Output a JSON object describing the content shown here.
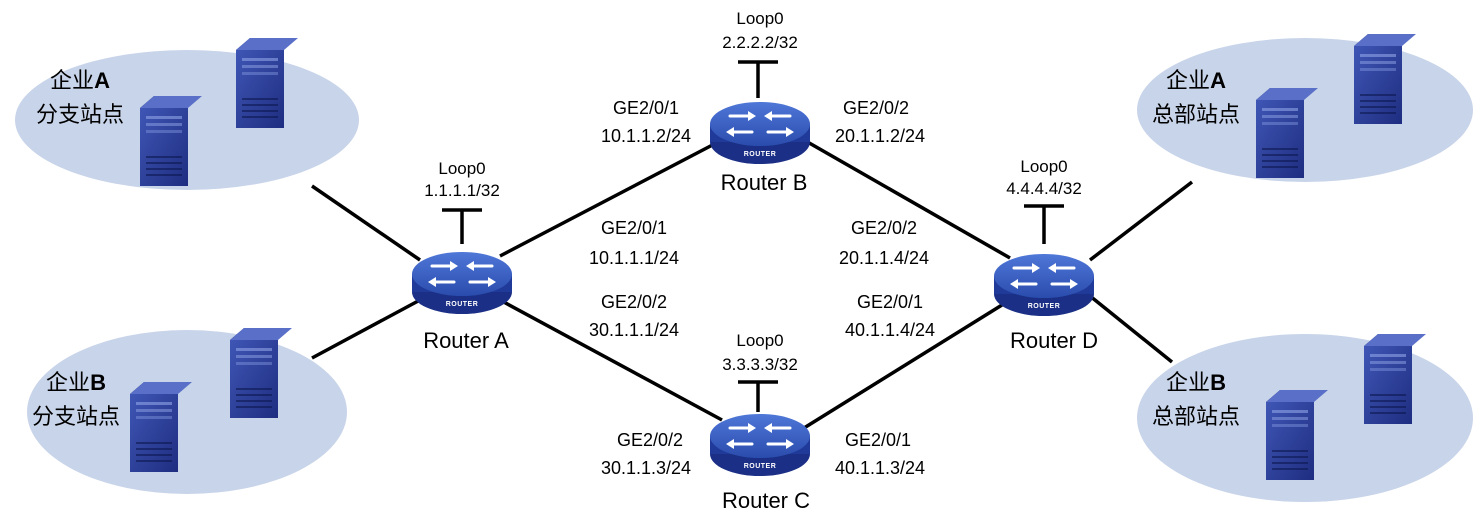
{
  "sites": {
    "a_branch": {
      "company": "企业",
      "letter": "A",
      "site": "分支站点"
    },
    "b_branch": {
      "company": "企业",
      "letter": "B",
      "site": "分支站点"
    },
    "a_hq": {
      "company": "企业",
      "letter": "A",
      "site": "总部站点"
    },
    "b_hq": {
      "company": "企业",
      "letter": "B",
      "site": "总部站点"
    }
  },
  "routers": {
    "a": {
      "name": "Router A",
      "badge": "ROUTER",
      "loop_name": "Loop0",
      "loop_ip": "1.1.1.1/32"
    },
    "b": {
      "name": "Router B",
      "badge": "ROUTER",
      "loop_name": "Loop0",
      "loop_ip": "2.2.2.2/32"
    },
    "c": {
      "name": "Router C",
      "badge": "ROUTER",
      "loop_name": "Loop0",
      "loop_ip": "3.3.3.3/32"
    },
    "d": {
      "name": "Router D",
      "badge": "ROUTER",
      "loop_name": "Loop0",
      "loop_ip": "4.4.4.4/32"
    }
  },
  "interfaces": {
    "a_to_b": {
      "port": "GE2/0/1",
      "ip": "10.1.1.1/24"
    },
    "a_to_c": {
      "port": "GE2/0/2",
      "ip": "30.1.1.1/24"
    },
    "b_to_a": {
      "port": "GE2/0/1",
      "ip": "10.1.1.2/24"
    },
    "b_to_d": {
      "port": "GE2/0/2",
      "ip": "20.1.1.2/24"
    },
    "d_to_b": {
      "port": "GE2/0/2",
      "ip": "20.1.1.4/24"
    },
    "d_to_c": {
      "port": "GE2/0/1",
      "ip": "40.1.1.4/24"
    },
    "c_to_a": {
      "port": "GE2/0/2",
      "ip": "30.1.1.3/24"
    },
    "c_to_d": {
      "port": "GE2/0/1",
      "ip": "40.1.1.3/24"
    }
  },
  "colors": {
    "site_fill": "#c8d4e9",
    "router_body": "#1f3a99",
    "router_top": "#3a63c8",
    "server_front": "#2c3f9e",
    "server_side": "#17246e",
    "link": "#000000"
  }
}
